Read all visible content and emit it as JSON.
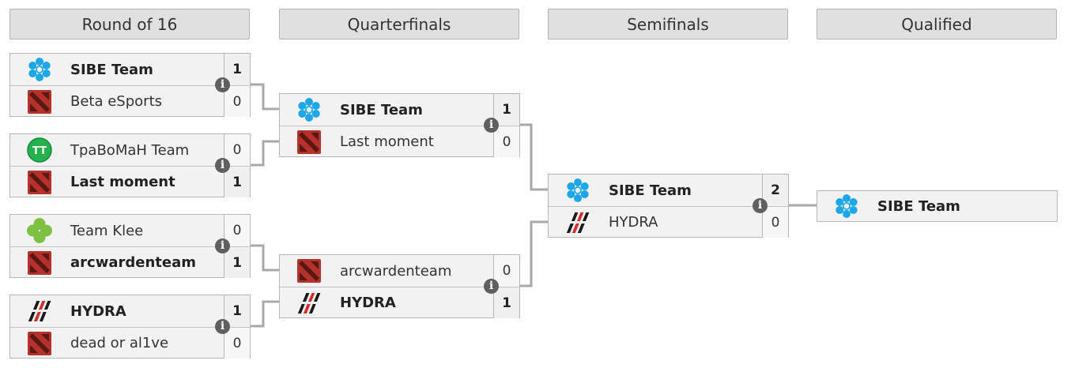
{
  "rounds": [
    "Round of 16",
    "Quarterfinals",
    "Semifinals",
    "Qualified"
  ],
  "teams": {
    "sibe": {
      "name": "SIBE Team",
      "logo": "snowflake-logo-icon"
    },
    "beta": {
      "name": "Beta eSports",
      "logo": "dota-logo-icon"
    },
    "tpabomah": {
      "name": "TpaBoMaH Team",
      "logo": "tt-circle-logo-icon",
      "logo_text": "TT"
    },
    "lastmoment": {
      "name": "Last moment",
      "logo": "dota-logo-icon"
    },
    "klee": {
      "name": "Team Klee",
      "logo": "clover-logo-icon"
    },
    "arcwarden": {
      "name": "arcwardenteam",
      "logo": "dota-logo-icon"
    },
    "hydra": {
      "name": "HYDRA",
      "logo": "hydra-logo-icon"
    },
    "deadoralive": {
      "name": "dead or al1ve",
      "logo": "dota-logo-icon"
    }
  },
  "matches": {
    "r16_1": {
      "top": {
        "name": "SIBE Team",
        "score": "1"
      },
      "bottom": {
        "name": "Beta eSports",
        "score": "0"
      }
    },
    "r16_2": {
      "top": {
        "name": "TpaBoMaH Team",
        "score": "0"
      },
      "bottom": {
        "name": "Last moment",
        "score": "1"
      }
    },
    "r16_3": {
      "top": {
        "name": "Team Klee",
        "score": "0"
      },
      "bottom": {
        "name": "arcwardenteam",
        "score": "1"
      }
    },
    "r16_4": {
      "top": {
        "name": "HYDRA",
        "score": "1"
      },
      "bottom": {
        "name": "dead or al1ve",
        "score": "0"
      }
    },
    "qf_1": {
      "top": {
        "name": "SIBE Team",
        "score": "1"
      },
      "bottom": {
        "name": "Last moment",
        "score": "0"
      }
    },
    "qf_2": {
      "top": {
        "name": "arcwardenteam",
        "score": "0"
      },
      "bottom": {
        "name": "HYDRA",
        "score": "1"
      }
    },
    "sf_1": {
      "top": {
        "name": "SIBE Team",
        "score": "2"
      },
      "bottom": {
        "name": "HYDRA",
        "score": "0"
      }
    }
  },
  "qualified": {
    "name": "SIBE Team"
  },
  "info_glyph": "i",
  "colors": {
    "snowflake": "#1ea7e8",
    "dota_red": "#b5312b",
    "tt_green": "#22b14c",
    "clover_green": "#7cc142",
    "hydra_red": "#d92b2b"
  }
}
